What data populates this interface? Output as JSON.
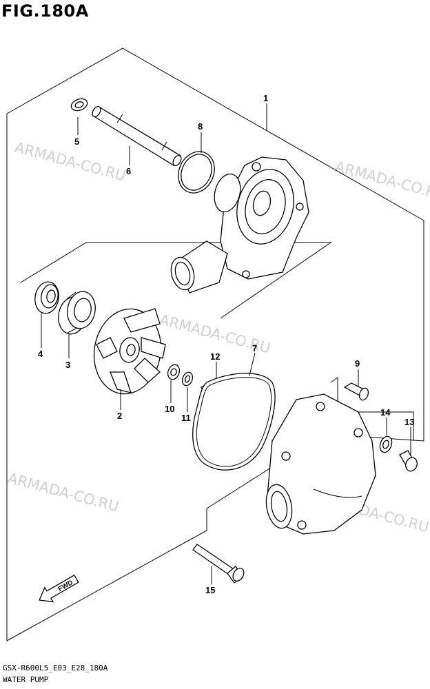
{
  "figure": {
    "title": "FIG.180A",
    "footer_code": "GSX-R600L5_E03_E28_180A",
    "footer_name": "WATER PUMP",
    "watermark": "ARMADA-CO.RU",
    "fwd_label": "FWD"
  },
  "parts": [
    {
      "ref": "1",
      "name": "pump-body"
    },
    {
      "ref": "2",
      "name": "impeller"
    },
    {
      "ref": "3",
      "name": "mechanical-seal"
    },
    {
      "ref": "4",
      "name": "oil-seal"
    },
    {
      "ref": "5",
      "name": "washer"
    },
    {
      "ref": "6",
      "name": "shaft"
    },
    {
      "ref": "7",
      "name": "o-ring-large"
    },
    {
      "ref": "8",
      "name": "o-ring"
    },
    {
      "ref": "9",
      "name": "bolt"
    },
    {
      "ref": "10",
      "name": "washer-10"
    },
    {
      "ref": "11",
      "name": "washer-11"
    },
    {
      "ref": "12",
      "name": "bolt-12"
    },
    {
      "ref": "13",
      "name": "bolt-13"
    },
    {
      "ref": "14",
      "name": "washer-14"
    },
    {
      "ref": "15",
      "name": "bolt-15"
    }
  ]
}
